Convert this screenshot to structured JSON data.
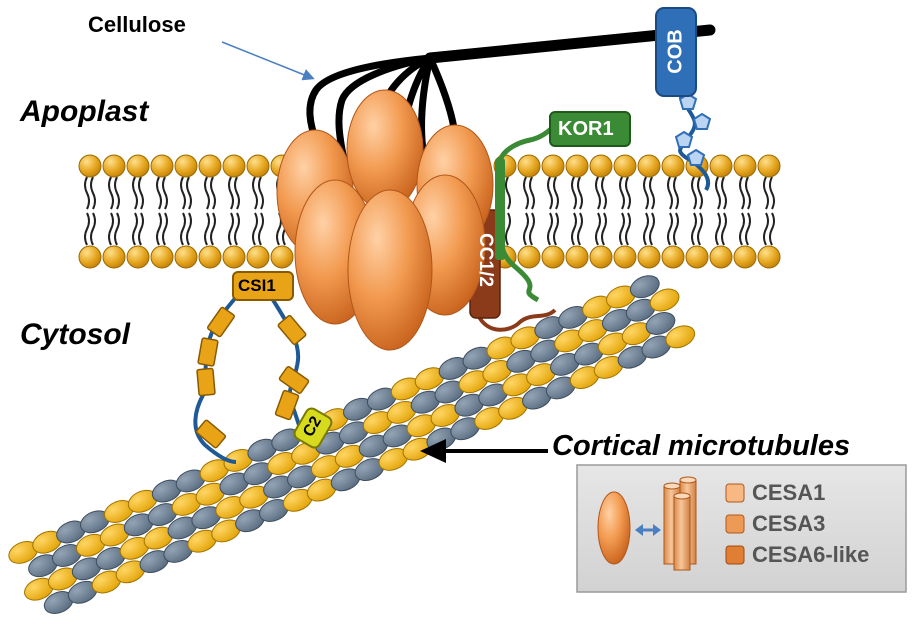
{
  "labels": {
    "cellulose": "Cellulose",
    "apoplast": "Apoplast",
    "cytosol": "Cytosol",
    "microtubules": "Cortical microtubules",
    "cob": "COB",
    "kor1": "KOR1",
    "cc": "CC1/2",
    "csi1": "CSI1",
    "c2": "C2"
  },
  "legend": {
    "items": [
      "CESA1",
      "CESA3",
      "CESA6-like"
    ]
  },
  "colors": {
    "lipid_head": "#E3A21A",
    "cesa": "#EE8A3D",
    "kor1": "#3B8A35",
    "cob": "#2F6FB7",
    "cc": "#8B3A1A",
    "csi1": "#E8A317",
    "c2": "#D8DA1E",
    "tubulin_gold": "#EFAE10",
    "tubulin_gray": "#6D8094"
  }
}
